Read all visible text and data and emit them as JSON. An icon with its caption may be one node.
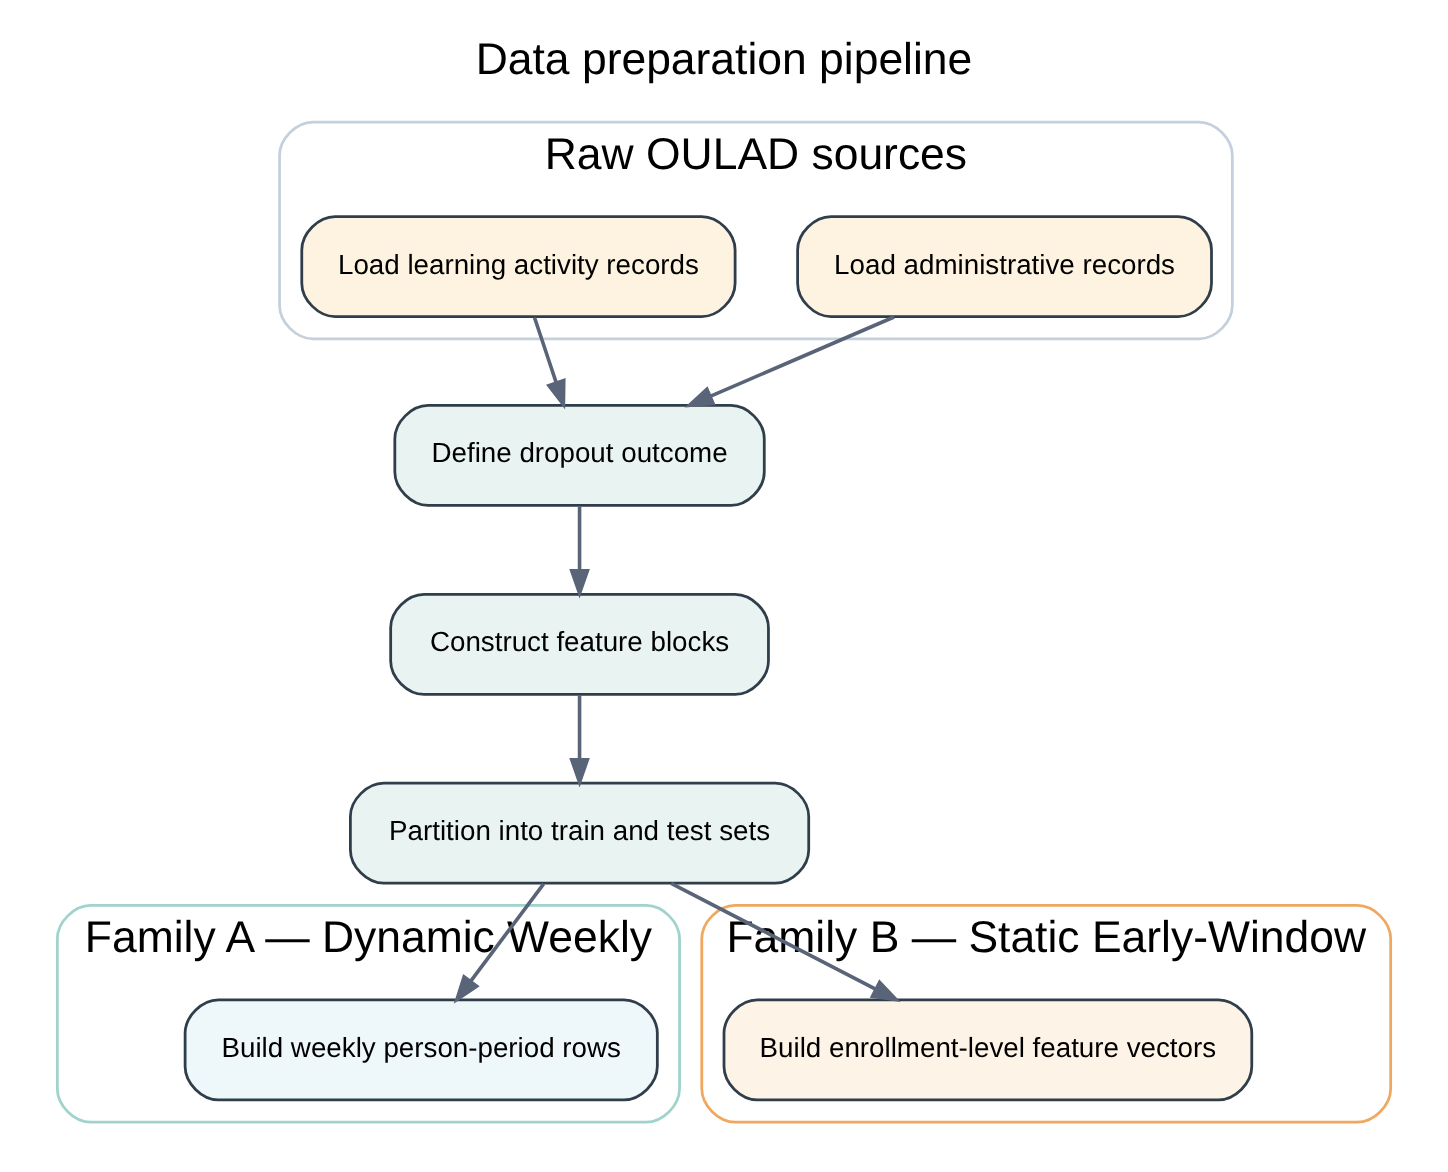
{
  "diagram": {
    "title": "Data preparation pipeline",
    "nodes": [
      {
        "text": [
          "Raw OULAD sources"
        ]
      },
      {
        "text": [
          "Load administrative records"
        ],
        "in": 0
      },
      {
        "text": [
          "Load learning activity records"
        ],
        "in": 0
      },
      {
        "text": [
          "Define dropout outcome"
        ]
      },
      {
        "text": [
          "Construct feature blocks"
        ]
      },
      {
        "text": [
          "Partition into train and test sets"
        ]
      },
      {
        "text": [
          "Family A — Dynamic Weekly"
        ]
      },
      {
        "text": [
          "Build weekly person-period rows"
        ],
        "in": 6
      },
      {
        "text": [
          "Family B — Static Early-Window"
        ]
      },
      {
        "text": [
          "Build enrollment-level feature vectors"
        ],
        "in": 8
      }
    ],
    "edges": [
      {
        "from": 1,
        "to": 3,
        "arrow": "to"
      },
      {
        "from": 2,
        "to": 3,
        "arrow": "to"
      },
      {
        "from": 3,
        "to": 4,
        "arrow": "to"
      },
      {
        "from": 4,
        "to": 5,
        "arrow": "to"
      },
      {
        "from": 5,
        "to": 7,
        "arrow": "to"
      },
      {
        "from": 5,
        "to": 9,
        "arrow": "to"
      }
    ]
  }
}
